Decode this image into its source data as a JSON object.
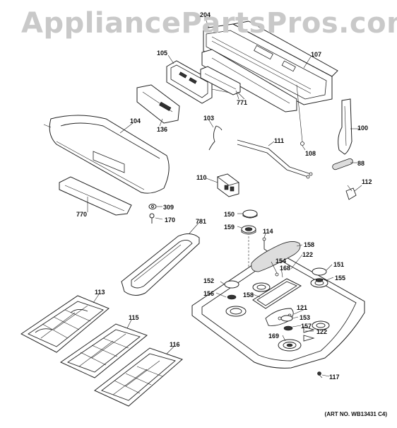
{
  "watermark": "AppliancePartsPros.com",
  "art_number": "(ART NO. WB13431 C4)",
  "parts": [
    {
      "id": "p204",
      "label": "204"
    },
    {
      "id": "p105",
      "label": "105"
    },
    {
      "id": "p107",
      "label": "107"
    },
    {
      "id": "p771",
      "label": "771"
    },
    {
      "id": "p136",
      "label": "136"
    },
    {
      "id": "p104",
      "label": "104"
    },
    {
      "id": "p103",
      "label": "103"
    },
    {
      "id": "p111",
      "label": "111"
    },
    {
      "id": "p108",
      "label": "108"
    },
    {
      "id": "p100",
      "label": "100"
    },
    {
      "id": "p88",
      "label": "88"
    },
    {
      "id": "p110",
      "label": "110"
    },
    {
      "id": "p112",
      "label": "112"
    },
    {
      "id": "p770",
      "label": "770"
    },
    {
      "id": "p309",
      "label": "309"
    },
    {
      "id": "p170",
      "label": "170"
    },
    {
      "id": "p150",
      "label": "150"
    },
    {
      "id": "p159",
      "label": "159"
    },
    {
      "id": "p781",
      "label": "781"
    },
    {
      "id": "p114",
      "label": "114"
    },
    {
      "id": "p158a",
      "label": "158"
    },
    {
      "id": "p122a",
      "label": "122"
    },
    {
      "id": "p154",
      "label": "154"
    },
    {
      "id": "p168",
      "label": "168"
    },
    {
      "id": "p151",
      "label": "151"
    },
    {
      "id": "p155",
      "label": "155"
    },
    {
      "id": "p152",
      "label": "152"
    },
    {
      "id": "p156",
      "label": "156"
    },
    {
      "id": "p158b",
      "label": "158"
    },
    {
      "id": "p121",
      "label": "121"
    },
    {
      "id": "p153",
      "label": "153"
    },
    {
      "id": "p122b",
      "label": "122"
    },
    {
      "id": "p157",
      "label": "157"
    },
    {
      "id": "p169",
      "label": "169"
    },
    {
      "id": "p113",
      "label": "113"
    },
    {
      "id": "p115",
      "label": "115"
    },
    {
      "id": "p116",
      "label": "116"
    },
    {
      "id": "p117",
      "label": "117"
    }
  ]
}
